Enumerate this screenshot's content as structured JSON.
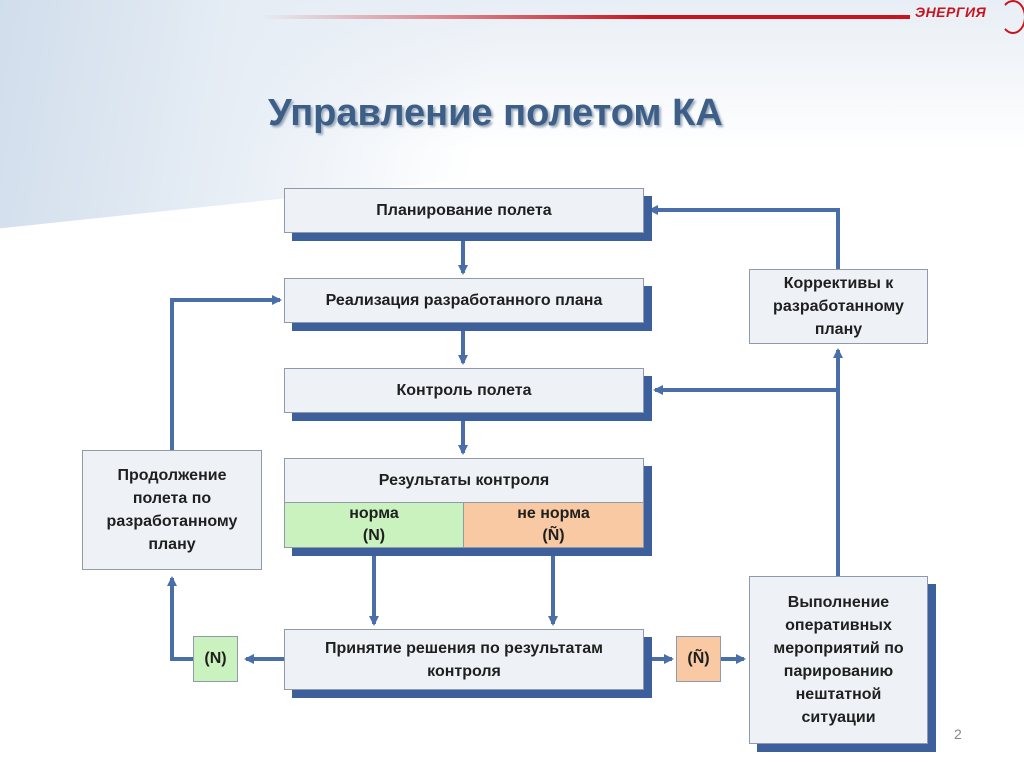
{
  "header": {
    "logo_text": "ЭНЕРГИЯ",
    "title": "Управление полетом КА"
  },
  "boxes": {
    "planning": "Планирование полета",
    "implementation": "Реализация разработанного плана",
    "control": "Контроль полета",
    "results": "Результаты контроля",
    "norm_label": "норма",
    "norm_code": "(N)",
    "not_norm_label": "не норма",
    "not_norm_code": "(Ñ)",
    "decision": "Принятие решения по результатам контроля",
    "continuation": "Продолжение полета по разработанному плану",
    "corrections": "Коррективы к разработанному плану",
    "operations": "Выполнение оперативных мероприятий по парированию нештатной ситуации",
    "tag_n": "(N)",
    "tag_not_n": "(Ñ)"
  },
  "page_number": "2",
  "colors": {
    "arrow": "#4a6fa8",
    "shadow": "#3d5f9c",
    "norm": "#c9f2bf",
    "not_norm": "#f8c9a2",
    "title": "#3d5e86",
    "logo": "#c8141e"
  }
}
